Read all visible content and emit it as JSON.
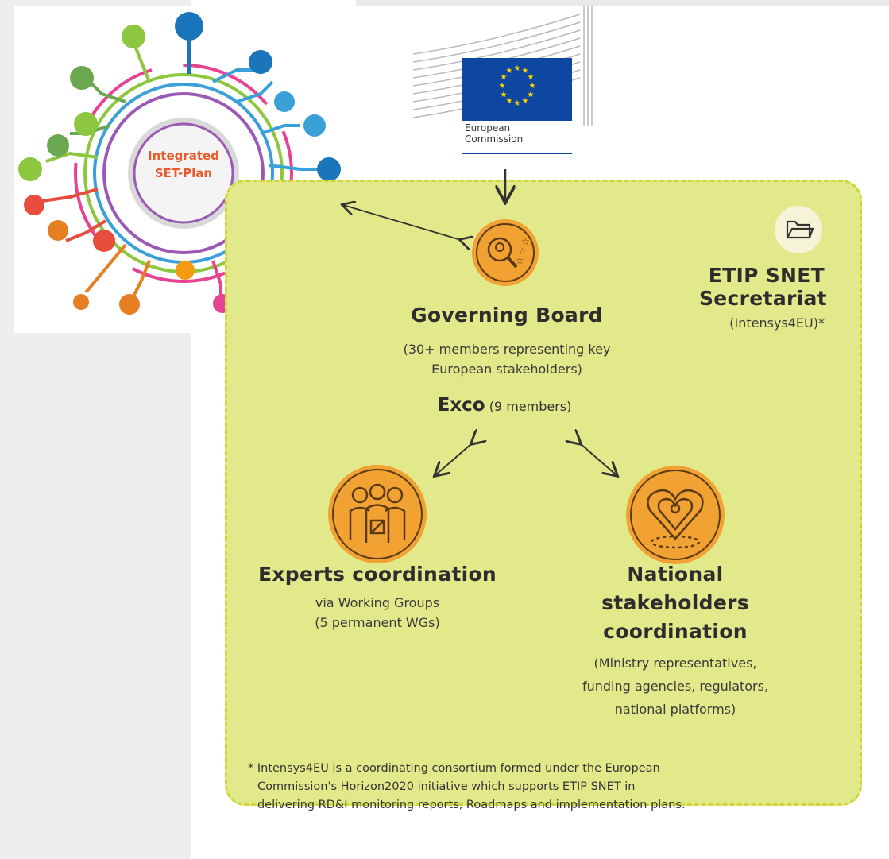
{
  "set_plan": {
    "center_label_1": "Integrated",
    "center_label_2": "SET-Plan"
  },
  "commission": {
    "name_line1": "European",
    "name_line2": "Commission"
  },
  "governing_board": {
    "title": "Governing Board",
    "desc_line1": "(30+ members representing key",
    "desc_line2": "European stakeholders)",
    "exco_label": "Exco",
    "exco_members": "(9 members)"
  },
  "secretariat": {
    "title_line1": "ETIP SNET",
    "title_line2": "Secretariat",
    "subtitle": "(Intensys4EU)*"
  },
  "experts": {
    "title": "Experts coordination",
    "line1": "via Working Groups",
    "line2": "(5 permanent WGs)"
  },
  "national": {
    "title_line1": "National",
    "title_line2": "stakeholders",
    "title_line3": "coordination",
    "line1": "(Ministry representatives,",
    "line2": "funding agencies, regulators,",
    "line3": "national platforms)"
  },
  "footnote": {
    "line1": "* Intensys4EU is a coordinating consortium formed under the European",
    "line2": "Commission's Horizon2020 initiative which supports ETIP SNET in",
    "line3": "delivering RD&I monitoring reports, Roadmaps and implementation plans."
  },
  "colors": {
    "panel": "#e2e98a",
    "panel_border": "#cfd63a",
    "orange": "#f2a133",
    "eu_blue": "#0e47a1",
    "eu_star": "#ffd400"
  },
  "icons": [
    "set-plan-wheel",
    "eu-flag",
    "folder-icon",
    "search-stars-icon",
    "team-icon",
    "map-heart-icon"
  ]
}
